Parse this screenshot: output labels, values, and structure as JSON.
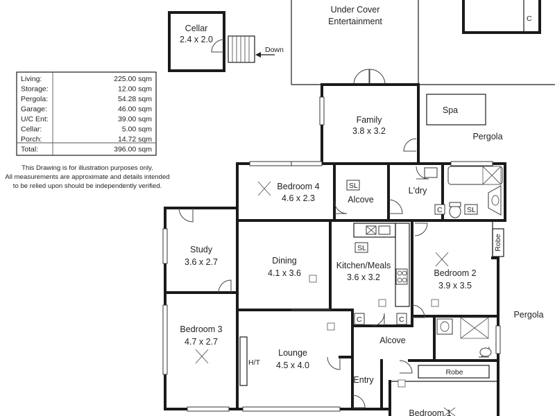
{
  "areas": [
    {
      "label": "Living:",
      "value": "225.00 sqm"
    },
    {
      "label": "Storage:",
      "value": "12.00 sqm"
    },
    {
      "label": "Pergola:",
      "value": "54.28 sqm"
    },
    {
      "label": "Garage:",
      "value": "46.00 sqm"
    },
    {
      "label": "U/C Ent:",
      "value": "39.00 sqm"
    },
    {
      "label": "Cellar:",
      "value": "5.00 sqm"
    },
    {
      "label": "Porch:",
      "value": "14.72 sqm"
    },
    {
      "label": "Total:",
      "value": "396.00 sqm"
    }
  ],
  "disclaimer": [
    "This Drawing is for illustration purposes only.",
    "All measurements are approximate and details intended",
    "to be relied upon should be independently verified."
  ],
  "rooms": {
    "cellar": {
      "name": "Cellar",
      "size": "2.4 x 2.0"
    },
    "down": "Down",
    "ucent_1": "Under Cover",
    "ucent_2": "Entertainment",
    "spa": "Spa",
    "pergola_top": "Pergola",
    "pergola_right": "Pergola",
    "family": {
      "name": "Family",
      "size": "3.8 x 3.2"
    },
    "bedroom4": {
      "name": "Bedroom 4",
      "size": "4.6 x 2.3"
    },
    "alcove_top": "Alcove",
    "laundry": "L'dry",
    "study": {
      "name": "Study",
      "size": "3.6 x 2.7"
    },
    "dining": {
      "name": "Dining",
      "size": "4.1 x 3.6"
    },
    "kitchen": {
      "name": "Kitchen/Meals",
      "size": "3.6 x 3.2"
    },
    "bedroom2": {
      "name": "Bedroom 2",
      "size": "3.9 x 3.5"
    },
    "bedroom3": {
      "name": "Bedroom 3",
      "size": "4.7 x 2.7"
    },
    "lounge": {
      "name": "Lounge",
      "size": "4.5 x 4.0"
    },
    "alcove_mid": "Alcove",
    "entry": "Entry",
    "bedroom1": "Bedroom 1",
    "robe_side": "Robe",
    "robe_b1": "Robe",
    "ht": "H/T"
  },
  "fixtures": {
    "sl": "SL",
    "c": "C"
  }
}
